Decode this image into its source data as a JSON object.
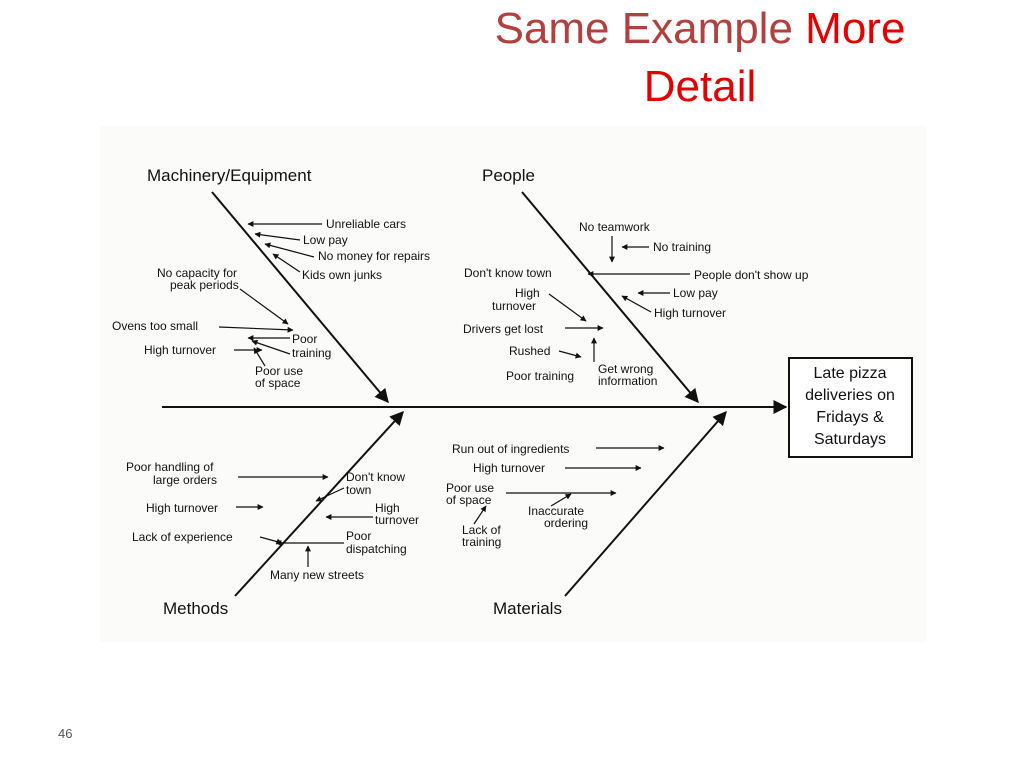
{
  "title": {
    "line1": "Same Example",
    "line1_emph": "More",
    "line2": "Detail"
  },
  "slide_number": "46",
  "diagram": {
    "effect": [
      "Late pizza",
      "deliveries on",
      "Fridays &",
      "Saturdays"
    ],
    "categories": {
      "machinery": "Machinery/Equipment",
      "people": "People",
      "methods": "Methods",
      "materials": "Materials"
    },
    "causes": {
      "unreliable_cars": "Unreliable cars",
      "low_pay_m": "Low pay",
      "no_money": "No money for repairs",
      "kids_own_junks": "Kids own junks",
      "no_capacity_1": "No capacity for",
      "no_capacity_2": "peak periods",
      "ovens_small": "Ovens too small",
      "high_turnover_m": "High turnover",
      "poor_training_1": "Poor",
      "poor_training_2": "training",
      "poor_use_m1": "Poor use",
      "poor_use_m2": "of space",
      "no_teamwork": "No teamwork",
      "no_training": "No training",
      "dont_know_town_p": "Don't know town",
      "people_dont_show": "People don't show up",
      "low_pay_p": "Low pay",
      "high_turnover_p": "High turnover",
      "high_p1": "High",
      "high_p2": "turnover",
      "drivers_lost": "Drivers get lost",
      "rushed": "Rushed",
      "poor_training_p": "Poor training",
      "wrong_info_1": "Get wrong",
      "wrong_info_2": "information",
      "poor_handling_1": "Poor handling of",
      "poor_handling_2": "large orders",
      "high_turnover_me": "High turnover",
      "lack_experience": "Lack of experience",
      "dont_know_me1": "Don't know",
      "dont_know_me2": "town",
      "high_me1": "High",
      "high_me2": "turnover",
      "poor_dispatch_1": "Poor",
      "poor_dispatch_2": "dispatching",
      "many_streets": "Many new streets",
      "run_out": "Run out of ingredients",
      "high_turnover_ma": "High turnover",
      "poor_use_ma1": "Poor use",
      "poor_use_ma2": "of space",
      "inaccurate_1": "Inaccurate",
      "inaccurate_2": "ordering",
      "lack_training_1": "Lack of",
      "lack_training_2": "training"
    }
  }
}
